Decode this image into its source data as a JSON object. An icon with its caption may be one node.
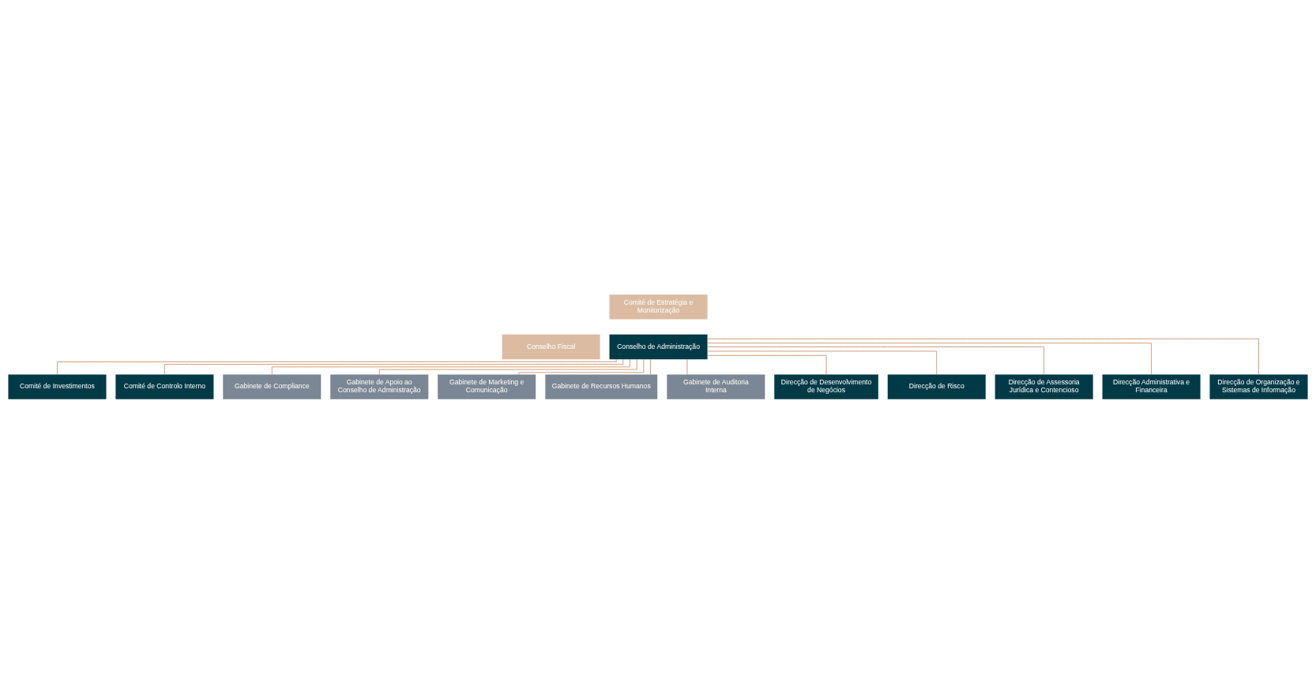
{
  "diagram": {
    "nodes": [
      {
        "text": [
          "Comité de Estratégia e Monitorização"
        ]
      },
      {
        "text": [
          "Conselho Fiscal"
        ]
      },
      {
        "text": [
          "Conselho de Administração"
        ]
      },
      {
        "text": [
          "Comité de Investimentos"
        ]
      },
      {
        "text": [
          "Comité de Controlo Interno"
        ]
      },
      {
        "text": [
          "Gabinete de Compliance"
        ]
      },
      {
        "text": [
          "Gabinete de Apoio ao Conselho de Administração"
        ]
      },
      {
        "text": [
          "Gabinete de Marketing e Comunicação"
        ]
      },
      {
        "text": [
          "Gabinete de Recursos Humanos"
        ]
      },
      {
        "text": [
          "Gabinete de Auditoria Interna"
        ]
      },
      {
        "text": [
          "Direcção de Desenvolvimento de Negócios"
        ]
      },
      {
        "text": [
          "Direcção de Risco"
        ]
      },
      {
        "text": [
          "Direcção de Assessoria Jurídica e Contencioso"
        ]
      },
      {
        "text": [
          "Direcção Administrativa e Financeira"
        ]
      },
      {
        "text": [
          "Direcção de Organização e Sistemas de Informação"
        ]
      }
    ],
    "edges": [
      {
        "from": 2,
        "to": 3,
        "arrow": "none"
      },
      {
        "from": 2,
        "to": 4,
        "arrow": "none"
      },
      {
        "from": 2,
        "to": 5,
        "arrow": "none"
      },
      {
        "from": 2,
        "to": 6,
        "arrow": "none"
      },
      {
        "from": 2,
        "to": 7,
        "arrow": "none"
      },
      {
        "from": 2,
        "to": 8,
        "arrow": "none"
      },
      {
        "from": 2,
        "to": 9,
        "arrow": "none"
      },
      {
        "from": 2,
        "to": 10,
        "arrow": "none"
      },
      {
        "from": 2,
        "to": 11,
        "arrow": "none"
      },
      {
        "from": 2,
        "to": 12,
        "arrow": "none"
      },
      {
        "from": 2,
        "to": 13,
        "arrow": "none"
      },
      {
        "from": 2,
        "to": 14,
        "arrow": "none"
      }
    ]
  }
}
